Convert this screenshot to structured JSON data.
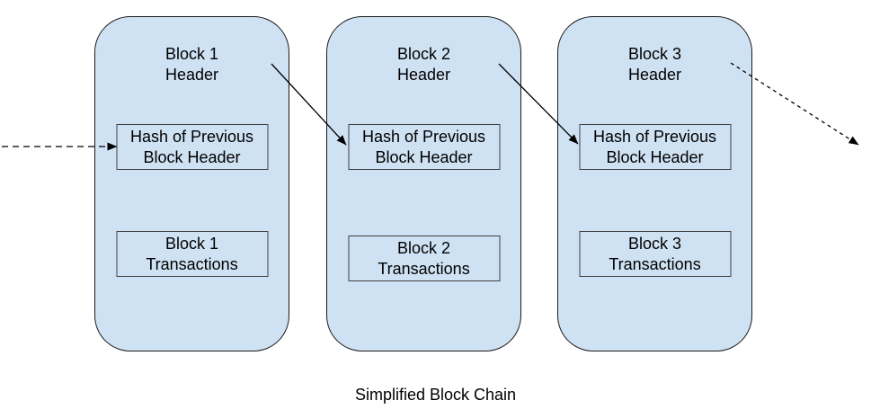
{
  "diagram": {
    "caption": "Simplified Block Chain",
    "colors": {
      "block_fill": "#cfe2f3",
      "block_border": "#1a1a1a",
      "inner_box_border": "#404040",
      "arrow_color": "#000000"
    },
    "blocks": [
      {
        "header": "Block 1\nHeader",
        "hash_label": "Hash of Previous\nBlock Header",
        "transactions_label": "Block 1\nTransactions"
      },
      {
        "header": "Block 2\nHeader",
        "hash_label": "Hash of Previous\nBlock Header",
        "transactions_label": "Block 2\nTransactions"
      },
      {
        "header": "Block 3\nHeader",
        "hash_label": "Hash of Previous\nBlock Header",
        "transactions_label": "Block 3\nTransactions"
      }
    ],
    "arrows": [
      {
        "id": "incoming-dashed-arrow",
        "style": "dashed"
      },
      {
        "id": "block1-to-block2-arrow",
        "style": "solid"
      },
      {
        "id": "block2-to-block3-arrow",
        "style": "solid"
      },
      {
        "id": "outgoing-dashed-arrow",
        "style": "dashed"
      }
    ]
  }
}
